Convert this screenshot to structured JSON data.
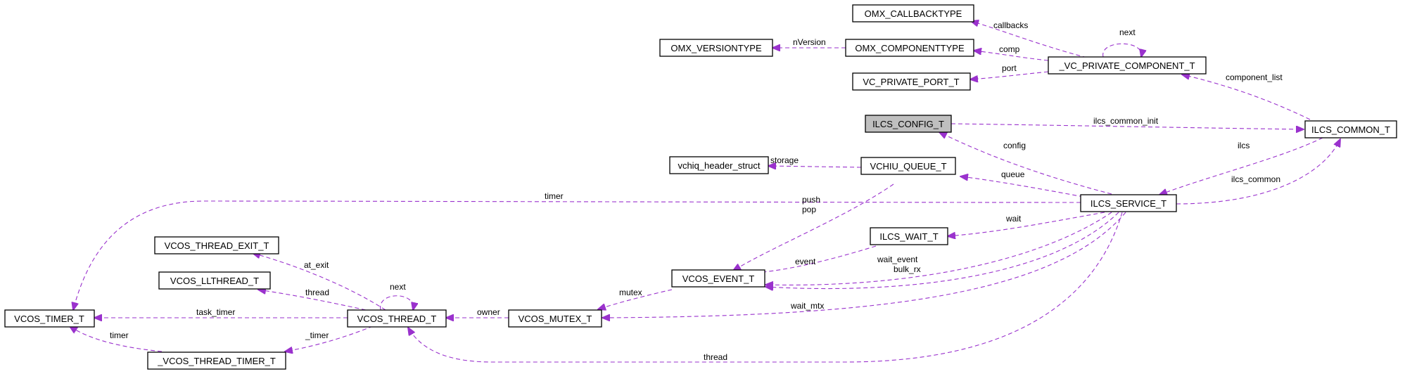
{
  "nodes": {
    "omx_callbacktype": "OMX_CALLBACKTYPE",
    "omx_versiontype": "OMX_VERSIONTYPE",
    "omx_componenttype": "OMX_COMPONENTTYPE",
    "vc_private_port_t": "VC_PRIVATE_PORT_T",
    "vc_private_component_t": "_VC_PRIVATE_COMPONENT_T",
    "ilcs_config_t": "ILCS_CONFIG_T",
    "ilcs_common_t": "ILCS_COMMON_T",
    "vchiq_header_struct": "vchiq_header_struct",
    "vchiu_queue_t": "VCHIU_QUEUE_T",
    "ilcs_service_t": "ILCS_SERVICE_T",
    "ilcs_wait_t": "ILCS_WAIT_T",
    "vcos_thread_exit_t": "VCOS_THREAD_EXIT_T",
    "vcos_llthread_t": "VCOS_LLTHREAD_T",
    "vcos_event_t": "VCOS_EVENT_T",
    "vcos_timer_t": "VCOS_TIMER_T",
    "vcos_thread_t": "VCOS_THREAD_T",
    "vcos_mutex_t": "VCOS_MUTEX_T",
    "vcos_thread_timer_t": "_VCOS_THREAD_TIMER_T"
  },
  "edges": {
    "callbacks": "callbacks",
    "next_component": "next",
    "nversion": "nVersion",
    "comp": "comp",
    "port": "port",
    "component_list": "component_list",
    "ilcs_common_init": "ilcs_common_init",
    "config": "config",
    "ilcs": "ilcs",
    "storage": "storage",
    "queue": "queue",
    "ilcs_common": "ilcs_common",
    "timer_service": "timer",
    "push": "push",
    "pop": "pop",
    "wait": "wait",
    "at_exit": "at_exit",
    "next_thread": "next",
    "event": "event",
    "wait_event": "wait_event",
    "bulk_rx": "bulk_rx",
    "thread_ll": "thread",
    "mutex": "mutex",
    "task_timer": "task_timer",
    "owner": "owner",
    "wait_mtx": "wait_mtx",
    "timer_thread": "timer",
    "_timer": "_timer",
    "thread_service": "thread"
  },
  "colors": {
    "edge": "#9a32cd",
    "highlight_node_fill": "#bfbfbf"
  }
}
